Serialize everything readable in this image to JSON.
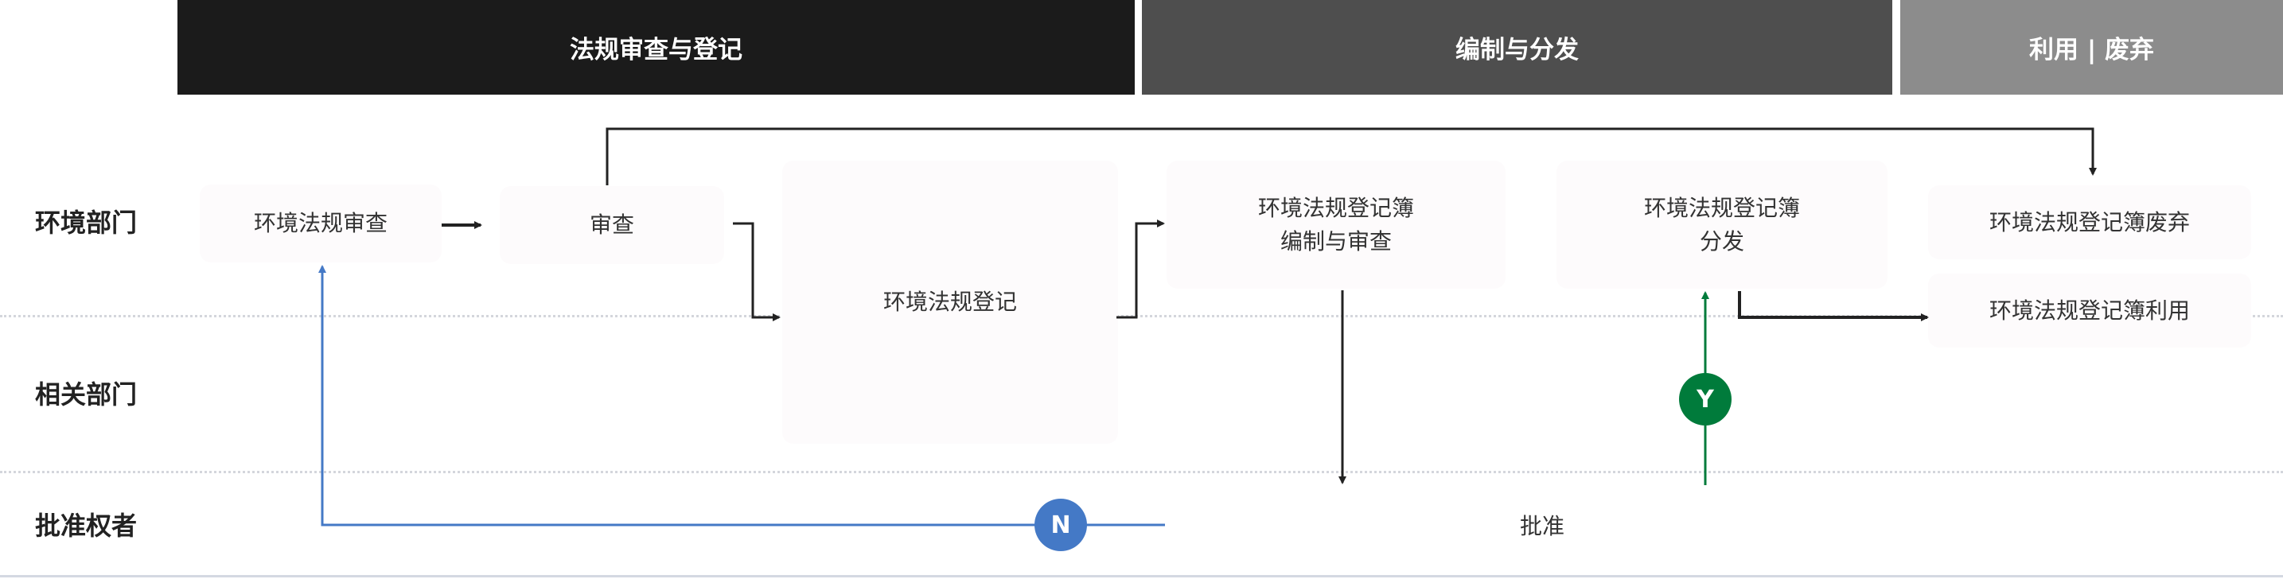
{
  "phases": [
    "法规审查与登记",
    "编制与分发",
    "利用 | 废弃"
  ],
  "lanes": [
    "环境部门",
    "相关部门",
    "批准权者"
  ],
  "nodes": {
    "review_regulation": "环境法规审查",
    "review": "审查",
    "register": "环境法规登记",
    "compile_line1": "环境法规登记簿",
    "compile_line2": "编制与审查",
    "distribute_line1": "环境法规登记簿",
    "distribute_line2": "分发",
    "discard": "环境法规登记簿废弃",
    "use": "环境法规登记簿利用",
    "approve": "批准"
  },
  "badges": {
    "no": "N",
    "yes": "Y"
  },
  "colors": {
    "phase1": "#1b1b1b",
    "phase2": "#4e4e4e",
    "phase3": "#8c8c8c",
    "no": "#4479c6",
    "yes": "#007b3b",
    "arrow": "#222222"
  }
}
